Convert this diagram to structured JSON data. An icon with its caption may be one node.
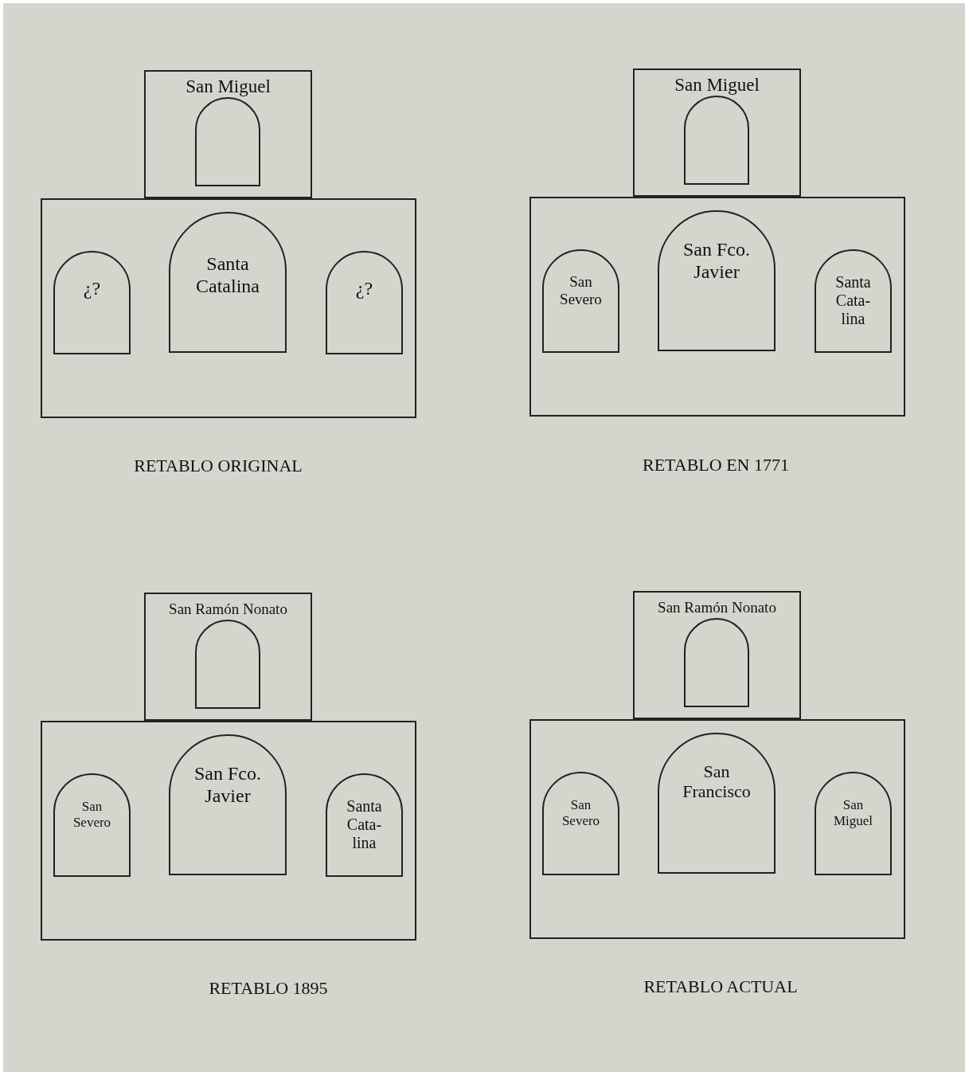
{
  "diagram": {
    "nodes": [
      {
        "text": [
          "San Miguel"
        ]
      },
      {
        "text": [],
        "shape": "arch",
        "in": 0
      },
      {
        "text": [],
        "shape": "box"
      },
      {
        "text": [
          "¿?"
        ],
        "in": 2
      },
      {
        "text": [
          "Santa Catalina"
        ],
        "in": 2
      },
      {
        "text": [
          "¿?"
        ],
        "in": 2
      },
      {
        "text": [
          "San Miguel"
        ]
      },
      {
        "text": [],
        "shape": "arch",
        "in": 6
      },
      {
        "text": [],
        "shape": "box"
      },
      {
        "text": [
          "San Severo"
        ],
        "in": 8
      },
      {
        "text": [
          "San Fco. Javier"
        ],
        "in": 8
      },
      {
        "text": [
          "Santa Cata- lina"
        ],
        "in": 8
      },
      {
        "text": [
          "San Ramón Nonato"
        ]
      },
      {
        "text": [],
        "shape": "arch",
        "in": 12
      },
      {
        "text": [],
        "shape": "box"
      },
      {
        "text": [
          "San Severo"
        ],
        "in": 14
      },
      {
        "text": [
          "San Fco. Javier"
        ],
        "in": 14
      },
      {
        "text": [
          "Santa Cata- lina"
        ],
        "in": 14
      },
      {
        "text": [
          "San Ramón Nonato"
        ]
      },
      {
        "text": [],
        "shape": "arch",
        "in": 18
      },
      {
        "text": [],
        "shape": "box"
      },
      {
        "text": [
          "San Severo"
        ],
        "in": 20
      },
      {
        "text": [
          "San Francisco"
        ],
        "in": 20
      },
      {
        "text": [
          "San Miguel"
        ],
        "in": 20
      }
    ],
    "labels": [
      "RETABLO ORIGINAL",
      "RETABLO EN 1771",
      "RETABLO 1895",
      "RETABLO ACTUAL"
    ]
  }
}
